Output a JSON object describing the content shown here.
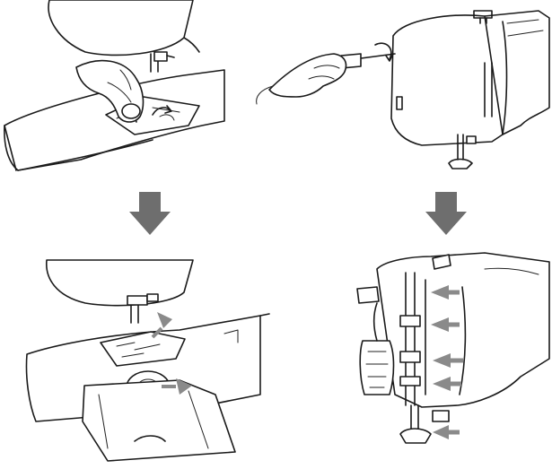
{
  "figure": {
    "panels": [
      {
        "id": "remove-needle-plate",
        "step": 1
      },
      {
        "id": "remove-face-cover",
        "step": 1
      },
      {
        "id": "needle-plate-removed",
        "step": 2
      },
      {
        "id": "face-cover-removed",
        "step": 2
      }
    ],
    "arrows": [
      {
        "direction": "down",
        "fill": "#6e6e6e"
      },
      {
        "direction": "down",
        "fill": "#6e6e6e"
      }
    ],
    "callout_arrow_fill": "#8a8a8a",
    "line_color": "#1a1a1a",
    "background": "#ffffff"
  }
}
